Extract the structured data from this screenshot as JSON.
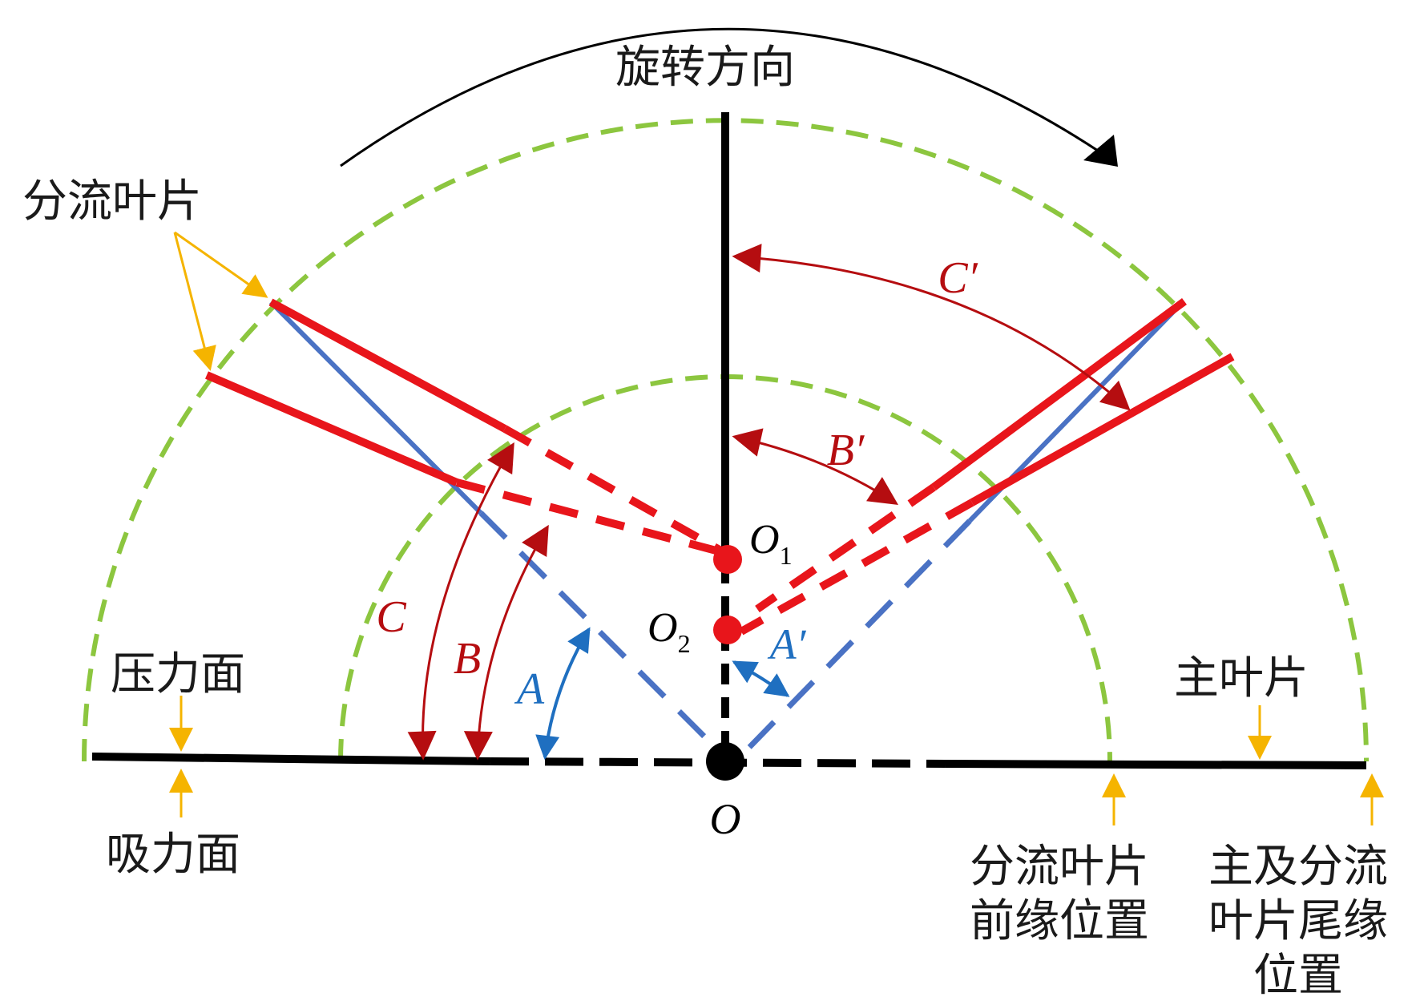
{
  "labels": {
    "rotation_direction": "旋转方向",
    "splitter_blades": "分流叶片",
    "pressure_side": "压力面",
    "suction_side": "吸力面",
    "main_blade": "主叶片",
    "splitter_leading_edge_line1": "分流叶片",
    "splitter_leading_edge_line2": "前缘位置",
    "trailing_edge_line1": "主及分流",
    "trailing_edge_line2": "叶片尾缘",
    "trailing_edge_line3": "位置"
  },
  "points": {
    "O": "O",
    "O1": "O",
    "O1_sub": "1",
    "O2": "O",
    "O2_sub": "2"
  },
  "angles": {
    "A": "A",
    "B": "B",
    "C": "C",
    "A_prime": "A′",
    "B_prime": "B′",
    "C_prime": "C′"
  },
  "colors": {
    "main_blade": "#000000",
    "splitter_blade": "#e8151b",
    "angle_arrow_red": "#b50d10",
    "blue_line": "#4a72c4",
    "blue_label": "#1f6fc0",
    "green_circle": "#8cc63f",
    "pointer_arrow": "#f5b400"
  }
}
